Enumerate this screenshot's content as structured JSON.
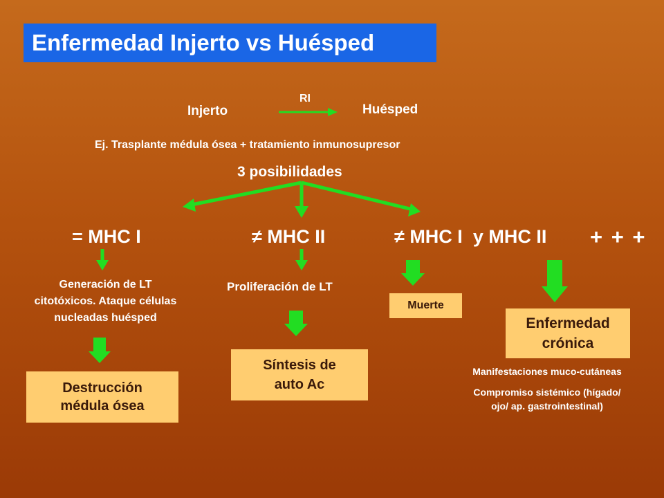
{
  "title": "Enfermedad Injerto vs Huésped",
  "flow": {
    "source": "Injerto",
    "edge_label": "RI",
    "target": "Huésped"
  },
  "example": "Ej. Trasplante médula ósea + tratamiento inmunosupresor",
  "possibilities_header": "3 posibilidades",
  "branches": {
    "b1": {
      "label": "= MHC I",
      "effect": [
        "Generación de LT",
        "citotóxicos. Ataque células",
        "nucleadas huésped"
      ],
      "result": [
        "Destrucción",
        "médula ósea"
      ]
    },
    "b2": {
      "label": "≠ MHC II",
      "effect": "Proliferación de LT",
      "result": [
        "Síntesis de",
        "auto Ac"
      ]
    },
    "b3": {
      "label": "≠ MHC I  y MHC II",
      "severity": "+ + +",
      "result_a": "Muerte",
      "result_b": [
        "Enfermedad",
        "crónica"
      ],
      "notes": [
        "Manifestaciones muco-cutáneas",
        "Compromiso sistémico (hígado/",
        "ojo/ ap. gastrointestinal)"
      ]
    }
  },
  "colors": {
    "background_top": "#c56a1c",
    "background_bottom": "#9b3a06",
    "title_bar": "#1a66e6",
    "arrow": "#22dd22",
    "box_fill": "#ffcd70",
    "box_text": "#3a1a0a"
  }
}
